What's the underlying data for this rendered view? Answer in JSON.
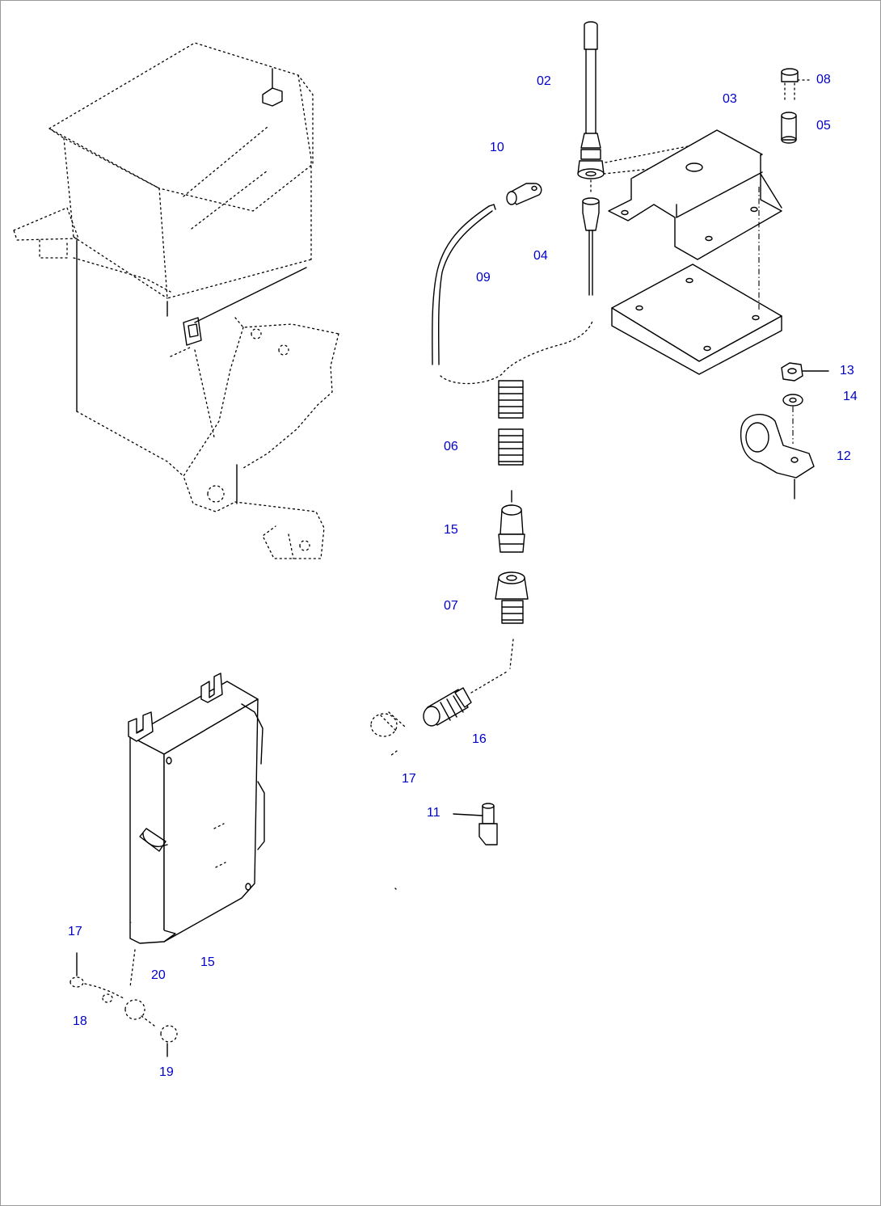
{
  "diagram": {
    "label_color": "#0000c8",
    "labels": {
      "p02": "02",
      "p03": "03",
      "p04": "04",
      "p05": "05",
      "p06": "06",
      "p07": "07",
      "p08": "08",
      "p09": "09",
      "p10": "10",
      "p11": "11",
      "p12": "12",
      "p13": "13",
      "p14": "14",
      "p15a": "15",
      "p15b": "15",
      "p16": "16",
      "p17a": "17",
      "p17b": "17",
      "p18": "18",
      "p19": "19",
      "p20": "20"
    }
  }
}
